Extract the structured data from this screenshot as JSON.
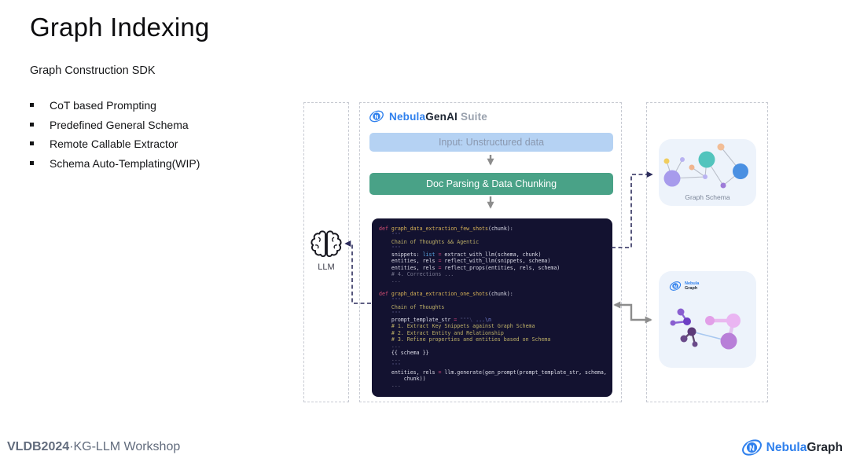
{
  "slide": {
    "title": "Graph Indexing",
    "subtitle": "Graph Construction SDK",
    "bullets": [
      "CoT based Prompting",
      "Predefined General Schema",
      "Remote Callable Extractor",
      "Schema Auto-Templating(WIP)"
    ]
  },
  "diagram": {
    "llm_label": "LLM",
    "suite": {
      "nebula": "Nebula",
      "genai": "GenAI",
      "suite": "Suite"
    },
    "input_label": "Input: Unstructured data",
    "parse_label": "Doc Parsing & Data Chunking",
    "schema_label": "Graph Schema",
    "nebula_card": {
      "line1": "Nebula",
      "line2": "Graph"
    },
    "code": {
      "lines": [
        [
          [
            "k",
            "def "
          ],
          [
            "f",
            "graph_data_extraction_few_shots"
          ],
          [
            "p",
            "(chunk):"
          ]
        ],
        [
          [
            "q",
            "    \"\"\""
          ]
        ],
        [
          [
            "s",
            "    Chain of Thoughts && Agentic"
          ]
        ],
        [
          [
            "q",
            "    \"\"\""
          ]
        ],
        [
          [
            "p",
            "    snippets: "
          ],
          [
            "b",
            "list"
          ],
          [
            "p",
            " "
          ],
          [
            "o",
            "="
          ],
          [
            "p",
            " extract_with_llm(schema, chunk)"
          ]
        ],
        [
          [
            "p",
            "    entities, rels "
          ],
          [
            "o",
            "="
          ],
          [
            "p",
            " reflect_with_llm(snippets, schema)"
          ]
        ],
        [
          [
            "p",
            "    entities, rels "
          ],
          [
            "o",
            "="
          ],
          [
            "p",
            " reflect_props(entities, rels, schema)"
          ]
        ],
        [
          [
            "c",
            "    # 4. Corrections ..."
          ]
        ],
        [
          [
            "c",
            "    ..."
          ]
        ],
        [],
        [
          [
            "k",
            "def "
          ],
          [
            "f",
            "graph_data_extraction_one_shots"
          ],
          [
            "p",
            "(chunk):"
          ]
        ],
        [
          [
            "q",
            "    \"\"\""
          ]
        ],
        [
          [
            "s",
            "    Chain of Thoughts"
          ]
        ],
        [
          [
            "q",
            "    \"\"\""
          ]
        ],
        [
          [
            "p",
            "    prompt_template_str "
          ],
          [
            "o",
            "="
          ],
          [
            "q",
            " \"\"\"\\"
          ],
          [
            "e",
            " ...\\n"
          ]
        ],
        [
          [
            "s",
            "    # 1. Extract Key Snippets against Graph Schema"
          ]
        ],
        [
          [
            "s",
            "    # 2. Extract Entity and Relationship"
          ]
        ],
        [
          [
            "s",
            "    # 3. Refine properties and entities based on Schema"
          ]
        ],
        [
          [
            "c",
            "    ..."
          ]
        ],
        [
          [
            "p",
            "    {{ schema }}"
          ]
        ],
        [
          [
            "c",
            "    ..."
          ]
        ],
        [
          [
            "q",
            "    \"\"\""
          ]
        ],
        [
          [
            "p",
            "    entities, rels "
          ],
          [
            "o",
            "="
          ],
          [
            "p",
            " llm.generate(gen_prompt(prompt_template_str, schema,"
          ]
        ],
        [
          [
            "p",
            "        chunk))"
          ]
        ],
        [
          [
            "c",
            "    ..."
          ]
        ]
      ]
    }
  },
  "footer": {
    "left_bold": "VLDB2024",
    "left_rest": "·KG-LLM Workshop",
    "logo_blue": "Nebula",
    "logo_dark": "Graph"
  },
  "colors": {
    "brand_blue": "#2f80ed",
    "input_box_bg": "#b5d2f3",
    "parse_box_green": "#49a287",
    "code_bg": "#131230",
    "card_bg": "#edf3fb",
    "arrow_gray": "#8c8c8c",
    "arrow_navy": "#2c2c5c"
  }
}
